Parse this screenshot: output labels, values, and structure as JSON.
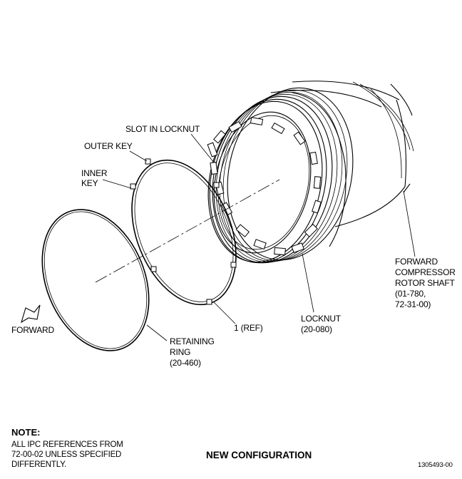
{
  "labels": {
    "slot_in_locknut": "SLOT IN LOCKNUT",
    "outer_key": "OUTER KEY",
    "inner_key_1": "INNER",
    "inner_key_2": "KEY",
    "forward_arrow": "FORWARD",
    "retaining_ring_1": "RETAINING",
    "retaining_ring_2": "RING",
    "retaining_ring_3": "(20-460)",
    "ref_item": "1 (REF)",
    "locknut_1": "LOCKNUT",
    "locknut_2": "(20-080)",
    "shaft_1": "FORWARD",
    "shaft_2": "COMPRESSOR",
    "shaft_3": "ROTOR SHAFT",
    "shaft_4": "(01-780,",
    "shaft_5": "72-31-00)"
  },
  "note": {
    "title": "NOTE:",
    "line1": "ALL IPC REFERENCES FROM",
    "line2": "72-00-02 UNLESS SPECIFIED",
    "line3": "DIFFERENTLY."
  },
  "caption": "NEW CONFIGURATION",
  "figure_id": "1305493-00"
}
